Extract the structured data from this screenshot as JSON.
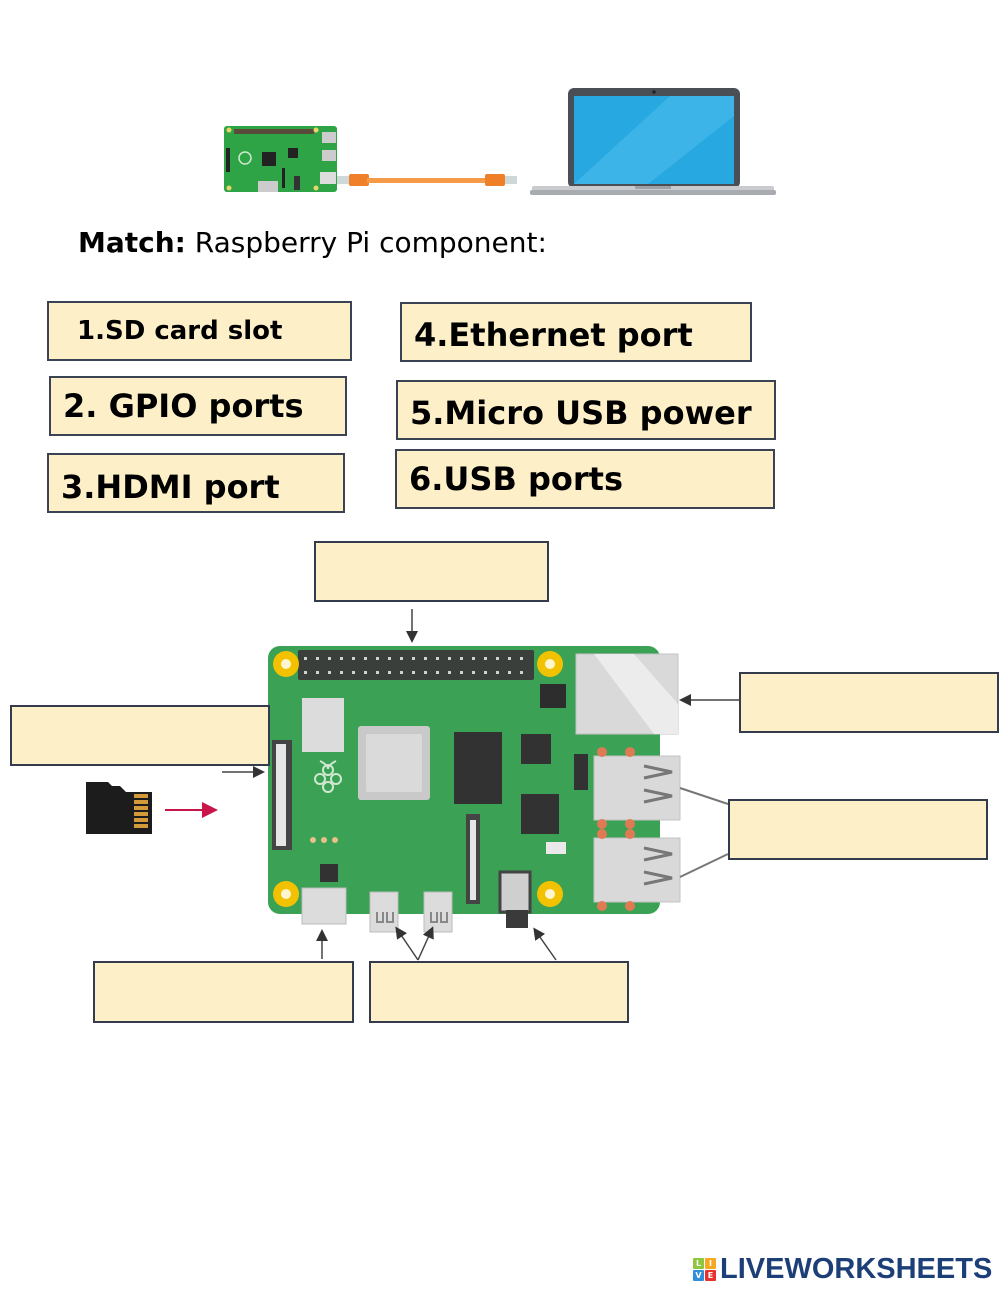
{
  "heading": {
    "bold": "Match:",
    "text": "Raspberry Pi component:"
  },
  "options": [
    {
      "id": 1,
      "label": "1.SD card slot"
    },
    {
      "id": 2,
      "label": "2. GPIO ports"
    },
    {
      "id": 3,
      "label": "3.HDMI port"
    },
    {
      "id": 4,
      "label": "4.Ethernet port"
    },
    {
      "id": 5,
      "label": "5.Micro USB power"
    },
    {
      "id": 6,
      "label": "6.USB ports"
    }
  ],
  "answer_boxes": [
    {
      "name": "gpio-answer",
      "target": "pin header",
      "value": ""
    },
    {
      "name": "ethernet-answer",
      "target": "ethernet jack",
      "value": ""
    },
    {
      "name": "sd-card-answer",
      "target": "card slot",
      "value": ""
    },
    {
      "name": "usb-answer",
      "target": "usb jacks",
      "value": ""
    },
    {
      "name": "hdmi-answer",
      "target": "hdmi connector",
      "value": ""
    },
    {
      "name": "micro-usb-answer",
      "target": "micro usb connectors",
      "value": ""
    }
  ],
  "colors": {
    "box_fill": "#fdefc8",
    "box_border": "#343b4c",
    "board_green": "#3aa155",
    "pcb_dark": "#2f8a45",
    "gold": "#f2c200",
    "cable_orange": "#f28a2e",
    "laptop_screen": "#27a8e0",
    "logo_blue": "#1d3f78",
    "sd_arrow": "#c8154a"
  },
  "logo": {
    "letters": [
      "L",
      "I",
      "V",
      "E"
    ],
    "text": "LIVEWORKSHEETS"
  }
}
